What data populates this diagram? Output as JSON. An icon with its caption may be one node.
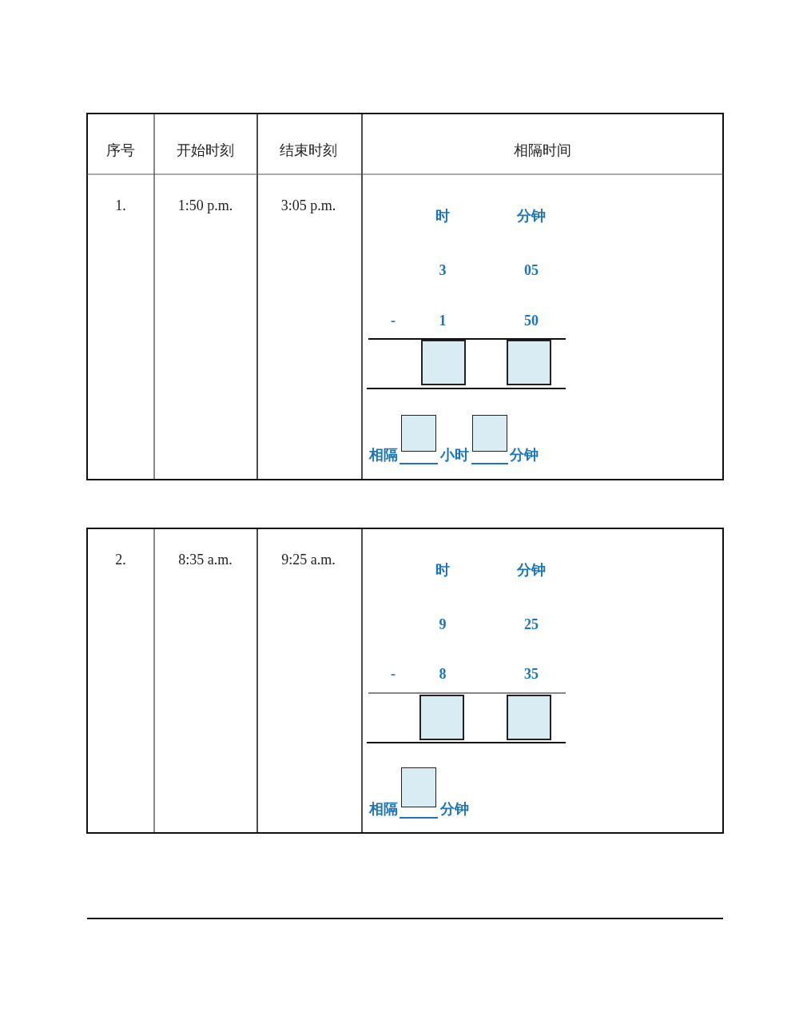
{
  "diagram": {
    "labels": [
      "序号",
      "开始时刻",
      "结束时刻",
      "相隔时间",
      "1.",
      "1:50 p.m.",
      "3:05 p.m.",
      "时",
      "分钟",
      "3",
      "05",
      "-",
      "1",
      "50",
      "相隔",
      "小时",
      "分钟",
      "2.",
      "8:35 a.m.",
      "9:25 a.m.",
      "时",
      "分钟",
      "9",
      "25",
      "-",
      "8",
      "35",
      "相隔",
      "分钟"
    ]
  }
}
